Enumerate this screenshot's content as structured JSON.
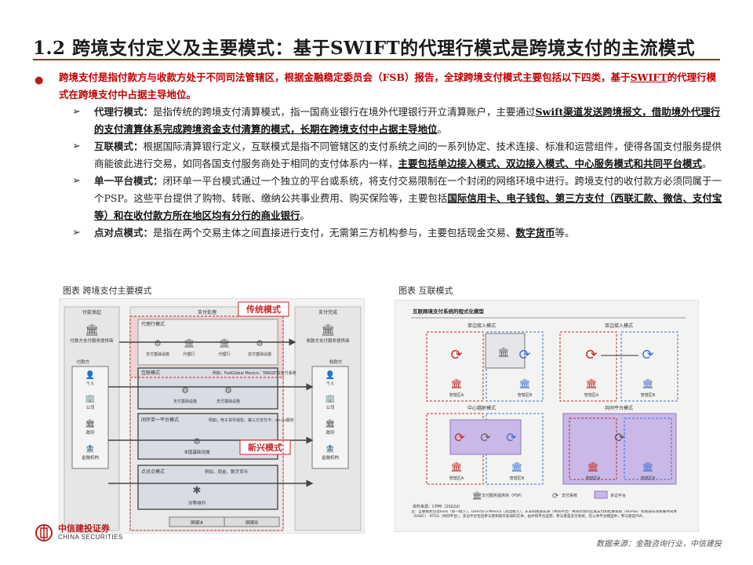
{
  "title": "1.2 跨境支付定义及主要模式：基于SWIFT的代理行模式是跨境支付的主流模式",
  "intro": {
    "part1": "跨境支付是指付款方与收款方处于不同司法管辖区，根据金融稳定委员会（FSB）报告，全球跨境支付模式主要包括以下四类，基于",
    "part2": "SWIFT",
    "part3": "的代理行模式在跨境支付中占据主导地位。"
  },
  "items": [
    {
      "label": "代理行模式：",
      "t1": "是指传统的跨境支付清算模式，指一国商业银行在境外代理银行开立清算账户，主要通过",
      "u1": "Swift渠道发送跨境报文，借助境外代理行的支付清算体系完成跨境资金支付清算的模式，长期在跨境支付中占据主导地位",
      "t2": "。"
    },
    {
      "label": "互联模式：",
      "t1": "根据国际清算银行定义，互联模式是指不同管辖区的支付系统之间的一系列协定、技术连接、标准和运营组件，使得各国支付服务提供商能彼此进行交易，如同各国支付服务商处于相同的支付体系内一样，",
      "u1": "主要包括单边接入模式、双边接入模式、中心服务模式和共同平台模式",
      "t2": "。"
    },
    {
      "label": "单一平台模式：",
      "t1": "闭环单一平台模式通过一个独立的平台或系统，将支付交易限制在一个封闭的网络环境中进行。跨境支付的收付款方必须同属于一个PSP。这些平台提供了购物、转账、缴纳公共事业费用、购买保险等，主要包括",
      "u1": "国际信用卡、电子钱包、第三方支付（西联汇款、微信、支付宝等）和在收付款方所在地区均有分行的商业银行",
      "t2": "。"
    },
    {
      "label": "点对点模式：",
      "t1": "是指在两个交易主体之间直接进行支付，无需第三方机构参与，主要包括现金交易、",
      "u1": "数字货币",
      "t2": "等。"
    }
  ],
  "fig1": {
    "caption": "图表  跨境支付主要模式",
    "col_left": "付款发起",
    "col_mid": "支付处理",
    "col_right": "支付完成",
    "tag_traditional": "传统模式",
    "tag_emerging": "新兴模式",
    "psp_left": "付款方支付服务提供商",
    "psp_right": "收款方支付服务提供商",
    "payer": "付款方",
    "payee": "收款方",
    "infra": "支付基础设施",
    "correspondent_title": "代理行模式",
    "correspondent": "代理行",
    "interlink_title": "互联模式",
    "interlink_example": "例如，FedGlobal Mexico、TARGET2支付系统",
    "closed_title": "闭环单一平台模式",
    "closed_example": "例如，电子货币钱包、第三方支付卡、on-us服务",
    "domestic_infra": "本国基础设施",
    "p2p_title": "点对点模式",
    "p2p_example": "例如，现金、数字货币",
    "p2p_net": "对等排列",
    "entities": [
      "个人",
      "公司",
      "政府",
      "金融机构"
    ],
    "country_a": "国家A",
    "country_b": "国家B",
    "accent": "#c62828"
  },
  "fig2": {
    "caption": "图表  互联模式",
    "header": "互联跨境支付系统的程式化模型",
    "q1": "单边接入模式",
    "q2": "双边接入模式",
    "q3": "中心辐射模式",
    "q4": "共同平台模式",
    "zone_a": "管辖区A",
    "zone_b": "管辖区B",
    "legend_psp": "支付服务提供商（PSP）",
    "legend_sys": "支付系统",
    "legend_multi": "多边平台",
    "source_label": "资料来源：CPMI（2022d）",
    "note": "注：互联模式包括euro（单一接入），Directo a México（双边接入），东非和南部非洲（共同平台）共同市场的区域支付和结算系统（REPSS）和南部非洲发展共同体（SADC）-RTGS（共同平台）。多边平台包括参与者和操作安排的实体，由共同平台运营，参与者是支付系统，在公共平台模型中，参与者是PSP。",
    "accent_red": "#c62828",
    "accent_blue": "#3f6fcf",
    "accent_purple": "#c9b8e8"
  },
  "logo": {
    "cn": "中信建投证券",
    "en": "CHINA SECURITIES"
  },
  "source": "数据来源：金融咨询行业，中信建投"
}
